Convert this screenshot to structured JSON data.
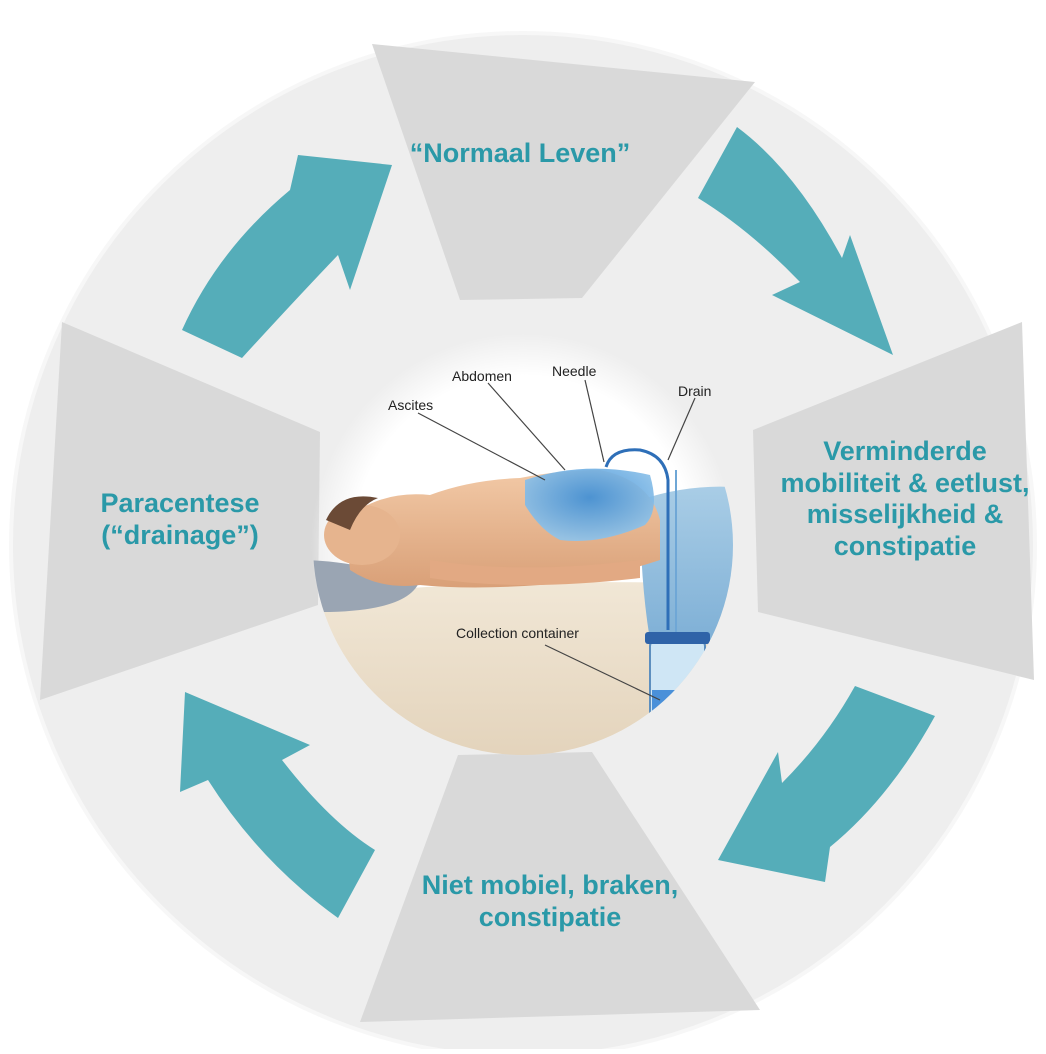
{
  "colors": {
    "ring": "#eeeeee",
    "segment": "#d9d9d9",
    "arrow": "#55adb9",
    "label_text": "#2a99a8"
  },
  "steps": [
    {
      "label": "“Normaal Leven”"
    },
    {
      "label": "Verminderde mobiliteit & eetlust, misselijkheid & constipatie"
    },
    {
      "label": "Niet mobiel, braken, constipatie"
    },
    {
      "label": "Paracentese (“drainage”)"
    }
  ],
  "illustration": {
    "labels": {
      "abdomen": "Abdomen",
      "needle": "Needle",
      "ascites": "Ascites",
      "drain": "Drain",
      "collection": "Collection container"
    }
  }
}
